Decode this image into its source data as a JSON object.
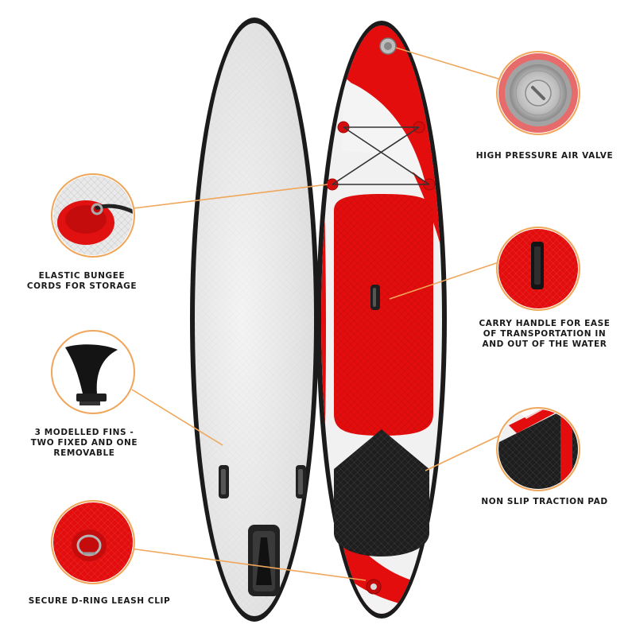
{
  "colors": {
    "board_red": "#e30d0d",
    "board_white": "#f2f2f2",
    "board_rim": "#1b1b1b",
    "callout_line": "#f0a65a",
    "traction_black": "#1e1e1e"
  },
  "callouts": {
    "bungee": "ELASTIC BUNGEE\nCORDS FOR STORAGE",
    "fins": "3 MODELLED FINS -\nTWO FIXED AND ONE\nREMOVABLE",
    "dring": "SECURE D-RING LEASH CLIP",
    "valve": "HIGH PRESSURE AIR VALVE",
    "handle": "CARRY HANDLE FOR EASE\nOF TRANSPORTATION IN\nAND OUT OF THE WATER",
    "pad": "NON SLIP TRACTION PAD"
  },
  "icons": {
    "bungee_detail": "bungee-d-ring-closeup-icon",
    "fin_detail": "removable-fin-icon",
    "dring_detail": "d-ring-leash-clip-icon",
    "valve_detail": "air-valve-icon",
    "handle_detail": "carry-handle-icon",
    "pad_detail": "traction-pad-closeup-icon"
  }
}
